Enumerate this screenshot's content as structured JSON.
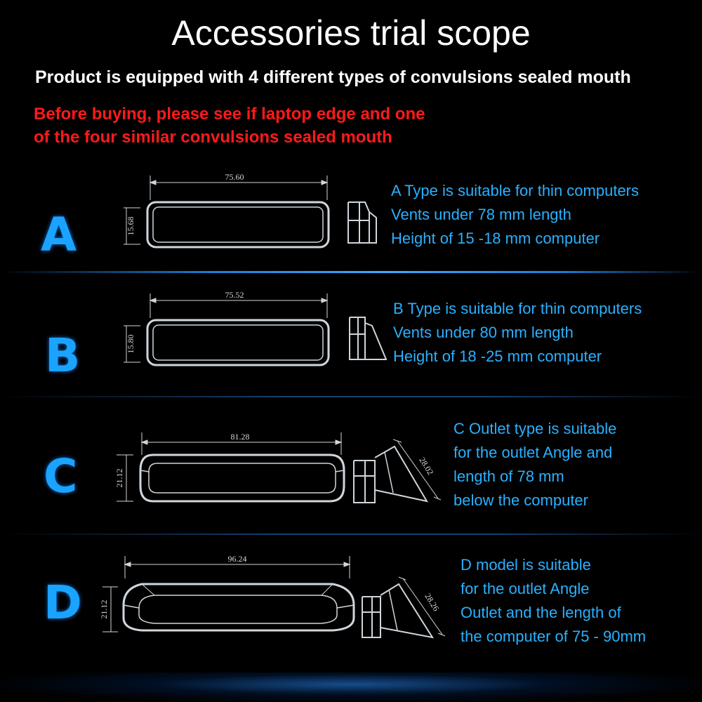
{
  "title": "Accessories trial scope",
  "subtitle": "Product is equipped with 4 different types of convulsions sealed mouth",
  "warning": {
    "line1": "Before buying, please see if laptop edge and one",
    "line2": "of the four similar convulsions sealed mouth"
  },
  "accent_color": "#2ab0ff",
  "warning_color": "#ff1a1a",
  "types": [
    {
      "letter": "A",
      "width_dim": "75.60",
      "height_dim": "15.68",
      "lines": [
        "A Type is suitable for thin computers",
        "Vents under 78 mm length",
        "Height of 15 -18 mm computer"
      ]
    },
    {
      "letter": "B",
      "width_dim": "75.52",
      "height_dim": "15.80",
      "lines": [
        "B Type is suitable for thin computers",
        "Vents under 80 mm length",
        "Height of 18 -25 mm computer"
      ]
    },
    {
      "letter": "C",
      "width_dim": "81.28",
      "height_dim": "21.12",
      "side_dim": "28.02",
      "lines": [
        "C Outlet type is suitable",
        "for the outlet Angle and",
        "length of 78 mm",
        "below the computer"
      ]
    },
    {
      "letter": "D",
      "width_dim": "96.24",
      "height_dim": "21.12",
      "side_dim": "28.26",
      "lines": [
        "D model is suitable",
        "for the outlet Angle",
        "Outlet and the length of",
        "the computer of 75 - 90mm"
      ]
    }
  ]
}
